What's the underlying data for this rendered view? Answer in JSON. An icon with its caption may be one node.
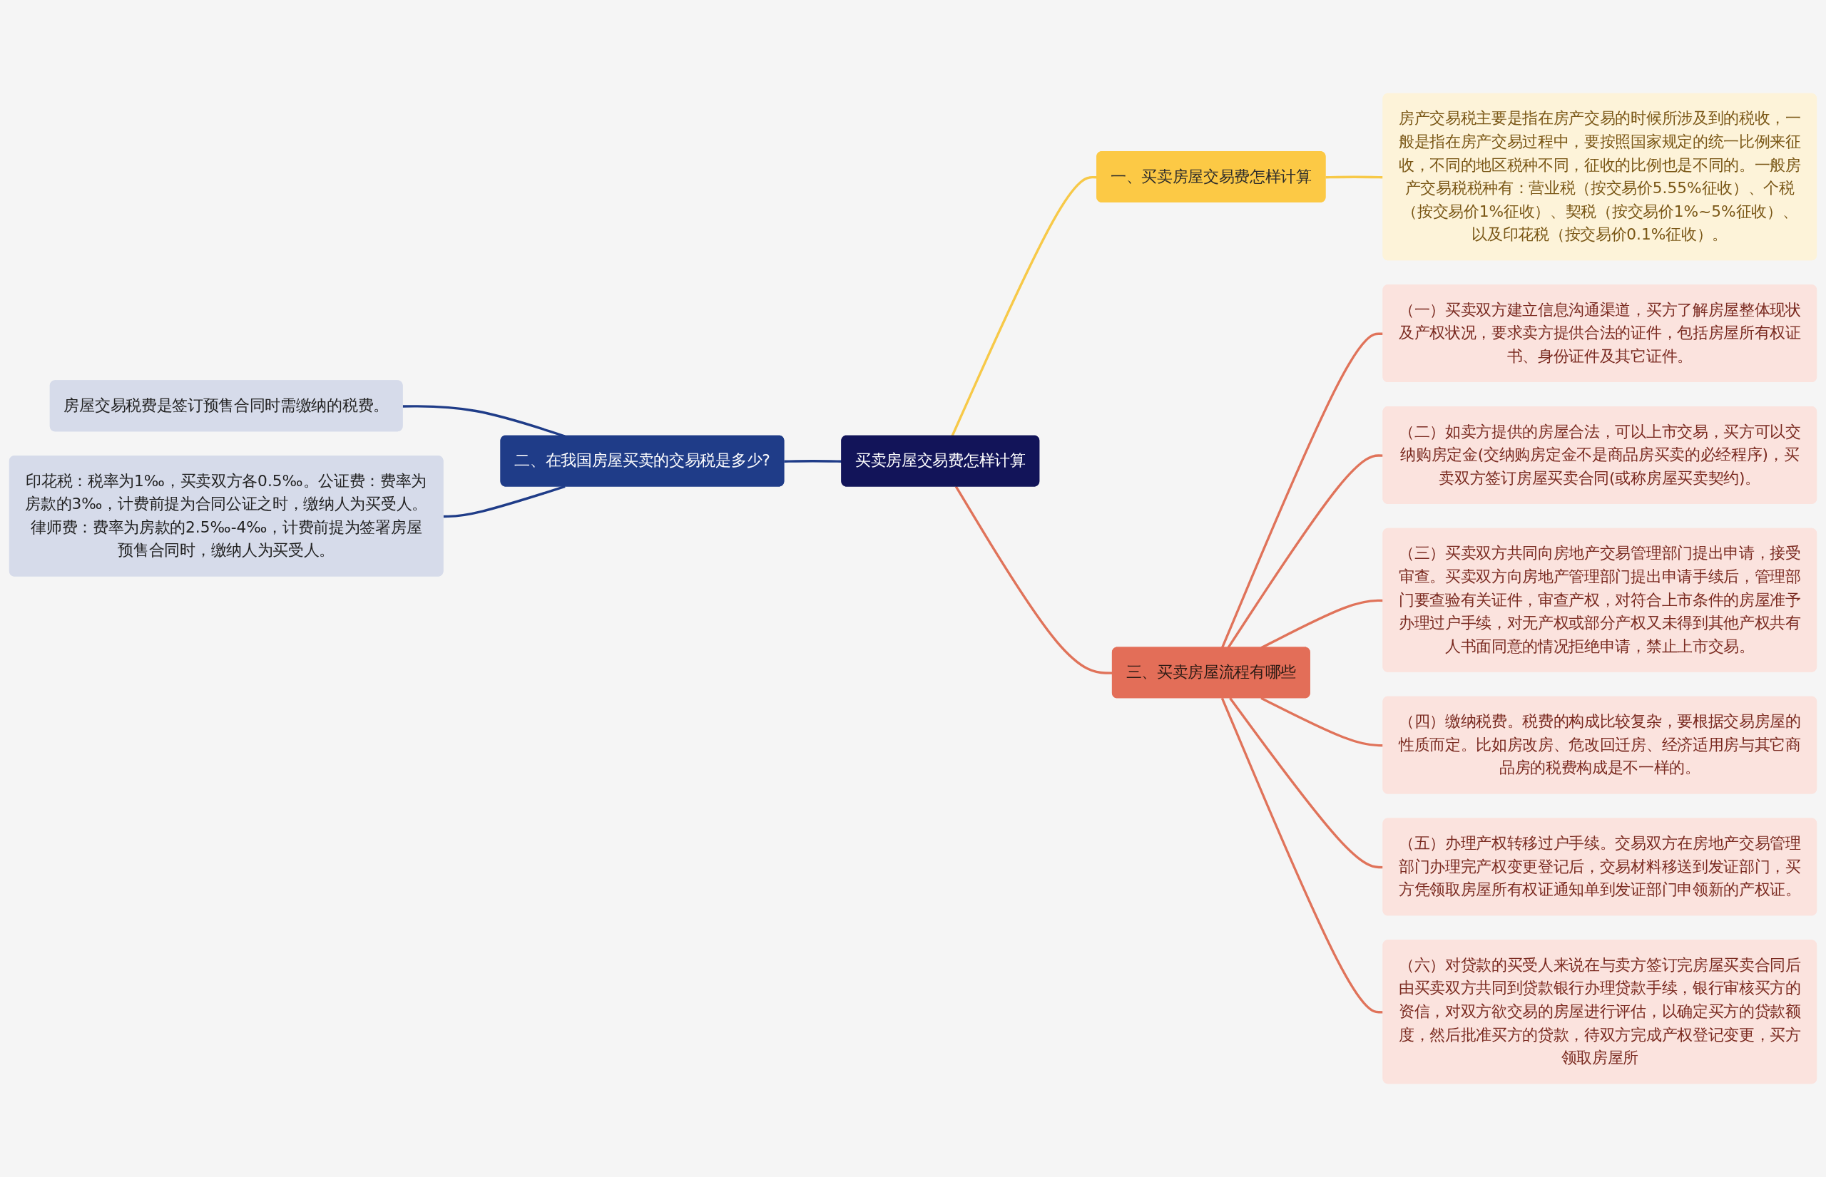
{
  "diagram": {
    "nodes": [
      {
        "text": [
          "买卖房屋交易费怎样计算"
        ]
      },
      {
        "text": [
          "一、买卖房屋交易费怎样计算"
        ]
      },
      {
        "text": [
          "房产交易税主要是指在房产交易的时候所涉及到的税收，一般是指在房产交易过程中，要按照国家规定的统一比例来征收，不同的地区税种不同，征收的比例也是不同的。一般房产交易税税种有：营业税（按交易价5.55%征收）、个税（按交易价1%征收）、契税（按交易价1%~5%征收）、以及印花税（按交易价0.1%征收）。"
        ]
      },
      {
        "text": [
          "二、在我国房屋买卖的交易税是多少?"
        ]
      },
      {
        "text": [
          "房屋交易税费是签订预售合同时需缴纳的税费。"
        ]
      },
      {
        "text": [
          "印花税：税率为1‰，买卖双方各0.5‰。公证费：费率为房款的3‰，计费前提为合同公证之时，缴纳人为买受人。律师费：费率为房款的2.5‰-4‰，计费前提为签署房屋预售合同时，缴纳人为买受人。"
        ]
      },
      {
        "text": [
          "三、买卖房屋流程有哪些"
        ]
      },
      {
        "text": [
          "（一）买卖双方建立信息沟通渠道，买方了解房屋整体现状及产权状况，要求卖方提供合法的证件，包括房屋所有权证书、身份证件及其它证件。"
        ]
      },
      {
        "text": [
          "（二）如卖方提供的房屋合法，可以上市交易，买方可以交纳购房定金(交纳购房定金不是商品房买卖的必经程序)，买卖双方签订房屋买卖合同(或称房屋买卖契约)。"
        ]
      },
      {
        "text": [
          "（三）买卖双方共同向房地产交易管理部门提出申请，接受审查。买卖双方向房地产管理部门提出申请手续后，管理部门要查验有关证件，审查产权，对符合上市条件的房屋准予办理过户手续，对无产权或部分产权又未得到其他产权共有人书面同意的情况拒绝申请，禁止上市交易。"
        ]
      },
      {
        "text": [
          "（四）缴纳税费。税费的构成比较复杂，要根据交易房屋的性质而定。比如房改房、危改回迁房、经济适用房与其它商品房的税费构成是不一样的。"
        ]
      },
      {
        "text": [
          "（五）办理产权转移过户手续。交易双方在房地产交易管理部门办理完产权变更登记后，交易材料移送到发证部门，买方凭领取房屋所有权证通知单到发证部门申领新的产权证。"
        ]
      },
      {
        "text": [
          "（六）对贷款的买受人来说在与卖方签订完房屋买卖合同后由买卖双方共同到贷款银行办理贷款手续，银行审核买方的资信，对双方欲交易的房屋进行评估，以确定买方的贷款额度，然后批准买方的贷款，待双方完成产权登记变更，买方领取房屋所"
        ]
      }
    ],
    "edges": [
      {
        "from": 0,
        "to": 1,
        "arrow": "none",
        "color": "#f7c948"
      },
      {
        "from": 1,
        "to": 2,
        "arrow": "none",
        "color": "#f7c948"
      },
      {
        "from": 0,
        "to": 3,
        "arrow": "none",
        "color": "#1f3c88"
      },
      {
        "from": 3,
        "to": 4,
        "arrow": "none",
        "color": "#1f3c88"
      },
      {
        "from": 3,
        "to": 5,
        "arrow": "none",
        "color": "#1f3c88"
      },
      {
        "from": 0,
        "to": 6,
        "arrow": "none"
      },
      {
        "from": 6,
        "to": 7,
        "arrow": "none"
      },
      {
        "from": 6,
        "to": 8,
        "arrow": "none"
      },
      {
        "from": 6,
        "to": 9,
        "arrow": "none"
      },
      {
        "from": 6,
        "to": 10,
        "arrow": "none"
      },
      {
        "from": 6,
        "to": 11,
        "arrow": "none"
      },
      {
        "from": 6,
        "to": 12,
        "arrow": "none"
      }
    ]
  }
}
